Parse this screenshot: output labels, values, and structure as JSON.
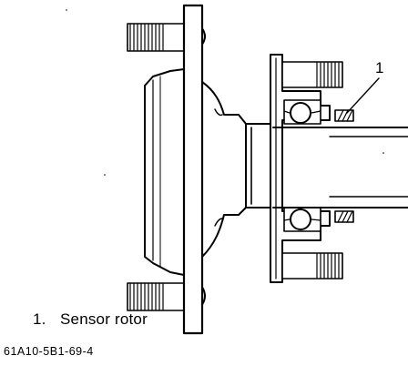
{
  "diagram": {
    "callout": {
      "number": "1"
    },
    "legend": [
      {
        "number": "1.",
        "label": "Sensor rotor"
      }
    ],
    "figure_code": "61A10-5B1-69-4"
  }
}
